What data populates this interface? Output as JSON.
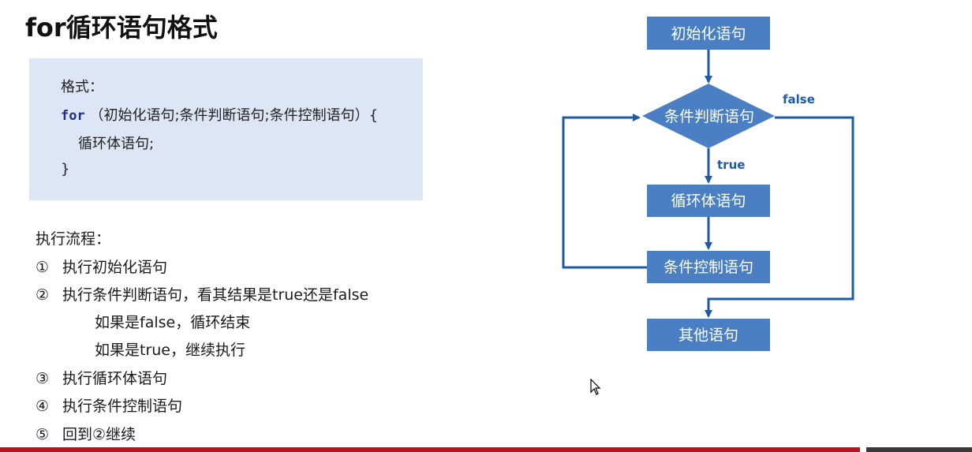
{
  "title": "for循环语句格式",
  "syntax": {
    "label": "格式：",
    "keyword": "for",
    "header": "（初始化语句;条件判断语句;条件控制语句）{",
    "body": "循环体语句;",
    "close": "}"
  },
  "steps_heading": "执行流程：",
  "steps": [
    {
      "num": "①",
      "text": "执行初始化语句"
    },
    {
      "num": "②",
      "text": "执行条件判断语句，看其结果是true还是false"
    },
    {
      "num": "",
      "text": "如果是false，循环结束"
    },
    {
      "num": "",
      "text": "如果是true，继续执行"
    },
    {
      "num": "③",
      "text": "执行循环体语句"
    },
    {
      "num": "④",
      "text": "执行条件控制语句"
    },
    {
      "num": "⑤",
      "text": "回到②继续"
    }
  ],
  "flowchart": {
    "init": "初始化语句",
    "condition": "条件判断语句",
    "body": "循环体语句",
    "control": "条件控制语句",
    "other": "其他语句",
    "true_label": "true",
    "false_label": "false"
  },
  "colors": {
    "node_fill": "#4a7fc4",
    "arrow": "#1f5aa6",
    "syntax_bg": "#dce6f4",
    "keyword": "#1f2f87"
  },
  "cursor_icon": "mouse-pointer-icon"
}
